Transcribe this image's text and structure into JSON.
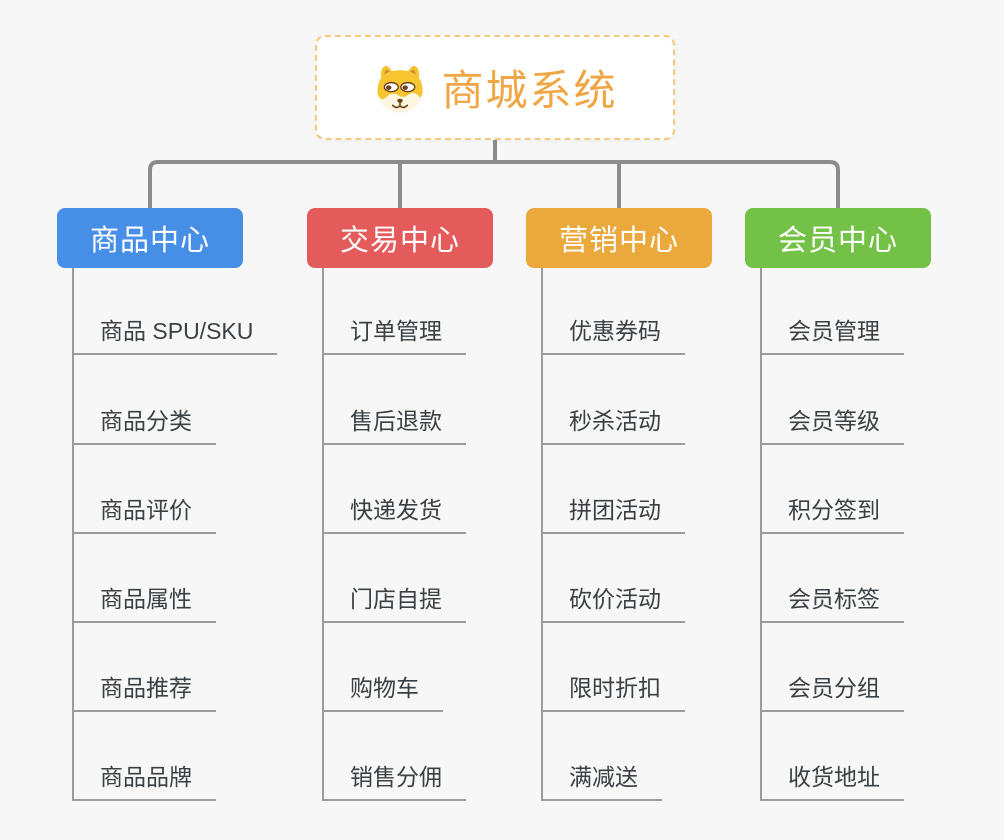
{
  "page": {
    "background_color": "#F7F7F7"
  },
  "root": {
    "title": "商城系统",
    "icon": "dog-face-icon",
    "title_color": "#F0A644",
    "border_color": "#F3C97E",
    "background_color": "#FFFFFF"
  },
  "connectors": {
    "tree_line_color": "#8C8C8C",
    "leaf_line_color": "#9B9B9B"
  },
  "branches": [
    {
      "label": "商品中心",
      "color": "#478FE6",
      "children": [
        "商品 SPU/SKU",
        "商品分类",
        "商品评价",
        "商品属性",
        "商品推荐",
        "商品品牌"
      ]
    },
    {
      "label": "交易中心",
      "color": "#E45B5B",
      "children": [
        "订单管理",
        "售后退款",
        "快递发货",
        "门店自提",
        "购物车",
        "销售分佣"
      ]
    },
    {
      "label": "营销中心",
      "color": "#EBA93D",
      "children": [
        "优惠券码",
        "秒杀活动",
        "拼团活动",
        "砍价活动",
        "限时折扣",
        "满减送"
      ]
    },
    {
      "label": "会员中心",
      "color": "#74C148",
      "children": [
        "会员管理",
        "会员等级",
        "积分签到",
        "会员标签",
        "会员分组",
        "收货地址"
      ]
    }
  ]
}
